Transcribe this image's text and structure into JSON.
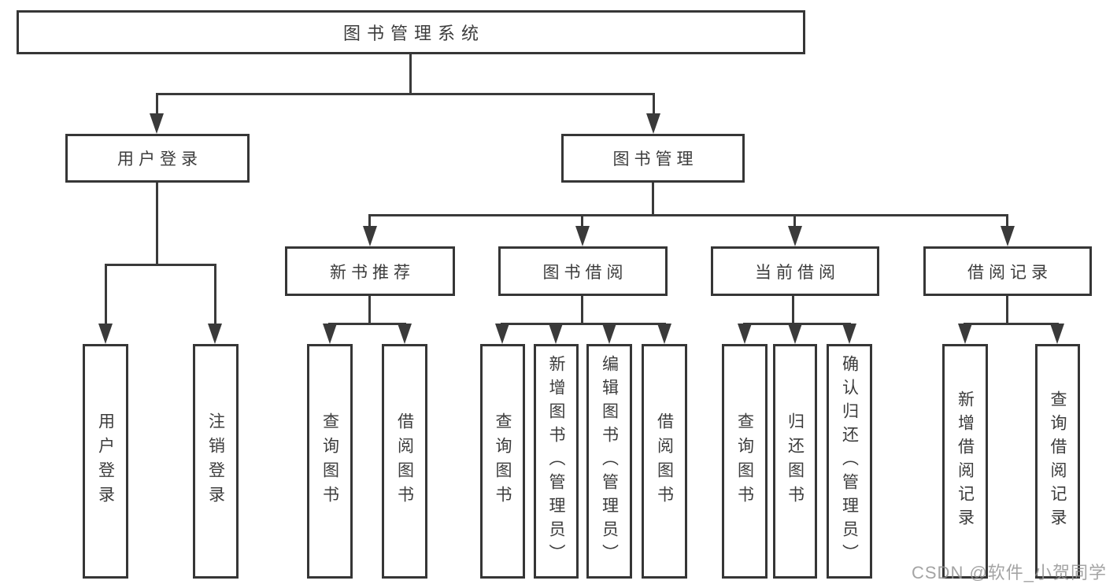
{
  "diagram_title": "图书管理系统",
  "tree": {
    "label": "图书管理系统",
    "children": [
      {
        "label": "用户登录",
        "children": [
          {
            "label": "用户登录"
          },
          {
            "label": "注销登录"
          }
        ]
      },
      {
        "label": "图书管理",
        "children": [
          {
            "label": "新书推荐",
            "children": [
              {
                "label": "查询图书"
              },
              {
                "label": "借阅图书"
              }
            ]
          },
          {
            "label": "图书借阅",
            "children": [
              {
                "label": "查询图书"
              },
              {
                "label": "新增图书（管理员）"
              },
              {
                "label": "编辑图书（管理员）"
              },
              {
                "label": "借阅图书"
              }
            ]
          },
          {
            "label": "当前借阅",
            "children": [
              {
                "label": "查询图书"
              },
              {
                "label": "归还图书"
              },
              {
                "label": "确认归还（管理员）"
              }
            ]
          },
          {
            "label": "借阅记录",
            "children": [
              {
                "label": "新增借阅记录"
              },
              {
                "label": "查询借阅记录"
              }
            ]
          }
        ]
      }
    ]
  },
  "watermark": {
    "text": "CSDN @软件_小贺同学"
  },
  "colors": {
    "background": "#ffffff",
    "line": "#3a3a3a",
    "border": "#363636",
    "text": "#3c3c3c",
    "watermark": "#949494"
  }
}
